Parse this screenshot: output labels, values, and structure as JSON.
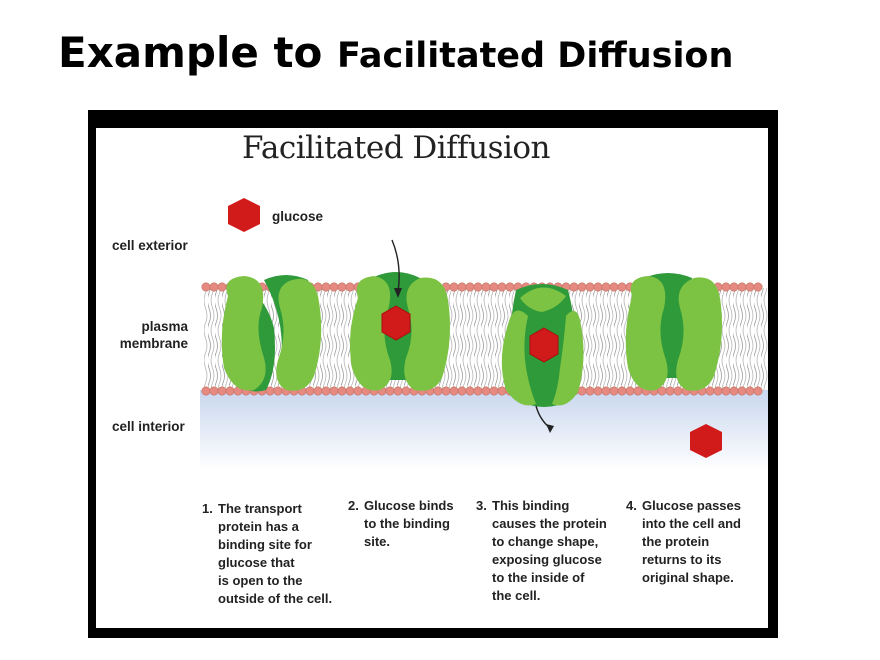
{
  "slide": {
    "title_part1": "Example to ",
    "title_part2": "Facilitated Diffusion"
  },
  "diagram": {
    "title": "Facilitated Diffusion",
    "labels": {
      "glucose": "glucose",
      "cell_exterior": "cell exterior",
      "plasma_membrane": "plasma\nmembrane",
      "cell_interior": "cell interior"
    },
    "steps": [
      {
        "num": "1.",
        "text": "The transport\nprotein has a\nbinding site for\nglucose that\nis open to the\noutside of the cell."
      },
      {
        "num": "2.",
        "text": "Glucose binds\nto the binding\nsite."
      },
      {
        "num": "3.",
        "text": "This binding\ncauses the protein\nto change shape,\nexposing glucose\nto the inside of\nthe cell."
      },
      {
        "num": "4.",
        "text": "Glucose passes\ninto the cell and\nthe protein\nreturns to its\noriginal shape."
      }
    ],
    "colors": {
      "glucose": "#d11a1a",
      "protein_light": "#7cc344",
      "protein_dark": "#2f9a3a",
      "lipid_head": "#e58a80",
      "interior": "#d9e3f3"
    }
  }
}
